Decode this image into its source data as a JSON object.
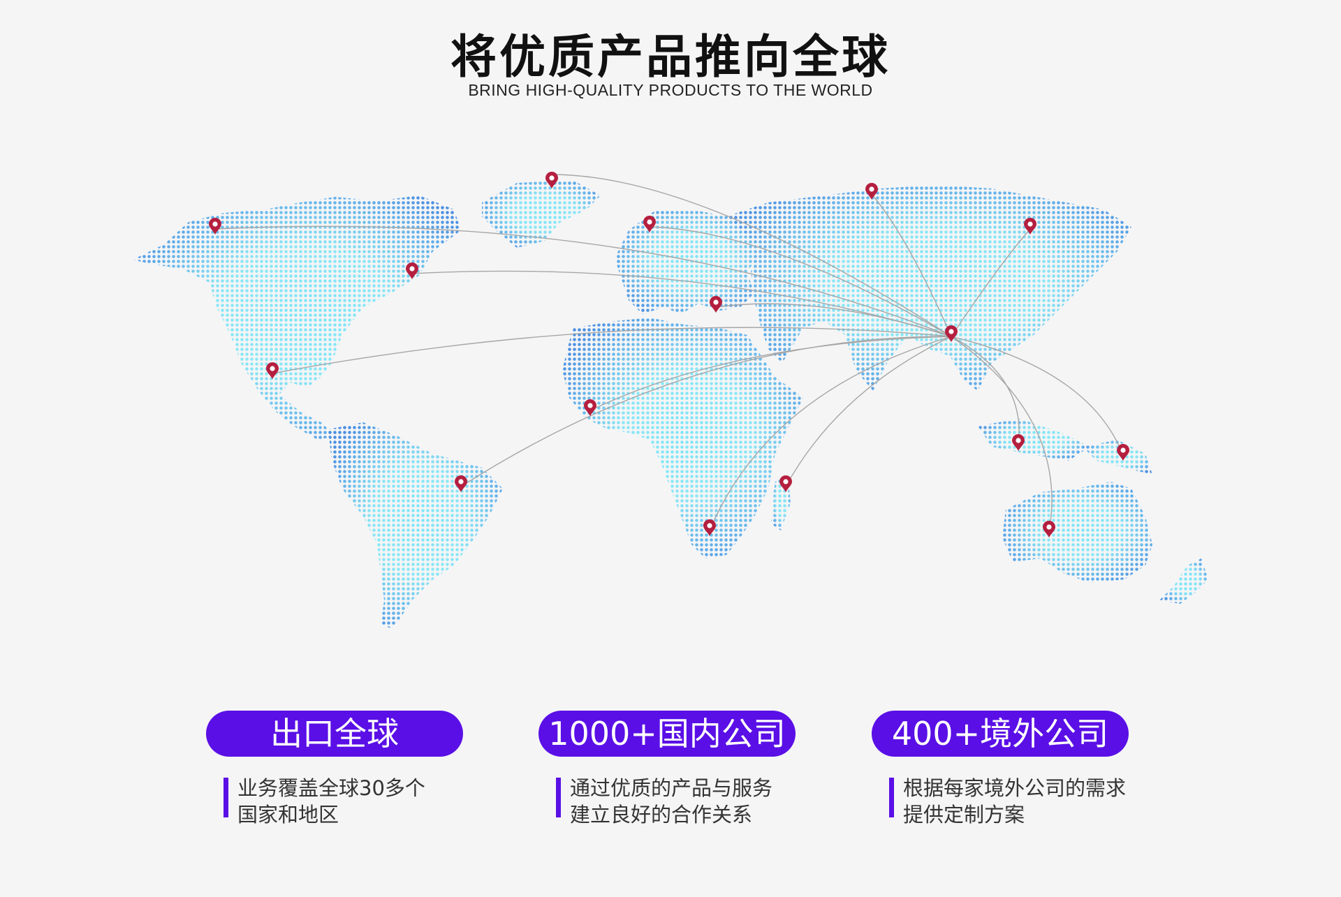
{
  "header": {
    "title": "将优质产品推向全球",
    "subtitle": "BRING HIGH-QUALITY PRODUCTS TO THE WORLD"
  },
  "map": {
    "hub_location": "china",
    "pin_color": "#b51f3f",
    "line_color": "#a6a6a6",
    "land_color_north": "#4a90e2",
    "land_color_center": "#7fe3f6",
    "pins": [
      "alaska",
      "greenland",
      "eastern-north-america",
      "mexico",
      "brazil",
      "west-africa",
      "south-africa",
      "madagascar",
      "western-europe",
      "middle-east",
      "northern-russia",
      "eastern-russia",
      "southeast-asia",
      "new-guinea",
      "australia"
    ]
  },
  "cards": [
    {
      "title": "出口全球",
      "line1": "业务覆盖全球30多个",
      "line2": "国家和地区"
    },
    {
      "title": "1000+国内公司",
      "line1": "通过优质的产品与服务",
      "line2": "建立良好的合作关系"
    },
    {
      "title": "400+境外公司",
      "line1": "根据每家境外公司的需求",
      "line2": "提供定制方案"
    }
  ],
  "accent_color": "#5a0fe6"
}
